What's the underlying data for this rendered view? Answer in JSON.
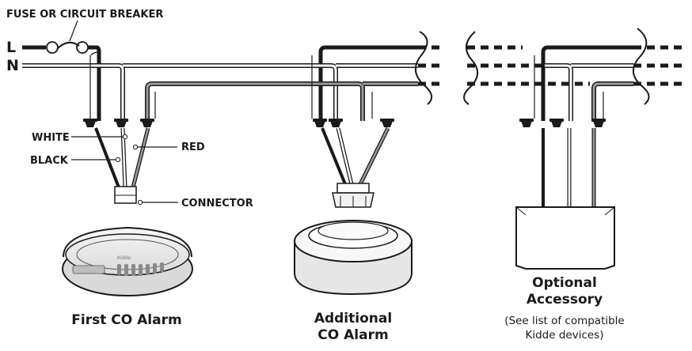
{
  "labels": {
    "breaker": "FUSE OR CIRCUIT BREAKER",
    "line": "L",
    "neutral": "N",
    "white": "WHITE",
    "black": "BLACK",
    "red": "RED",
    "connector": "CONNECTOR"
  },
  "captions": {
    "first_alarm": "First CO Alarm",
    "additional_line1": "Additional",
    "additional_line2": "CO Alarm",
    "optional_line1": "Optional",
    "optional_line2": "Accessory",
    "note_line1": "(See list of compatible",
    "note_line2": "Kidde devices)"
  },
  "brand_mark": "Kidde",
  "colors": {
    "black_wire": "#1a1a1a",
    "neutral_wire": "#ffffff",
    "red_wire": "#8c8c8c",
    "outline": "#1a1a1a"
  }
}
